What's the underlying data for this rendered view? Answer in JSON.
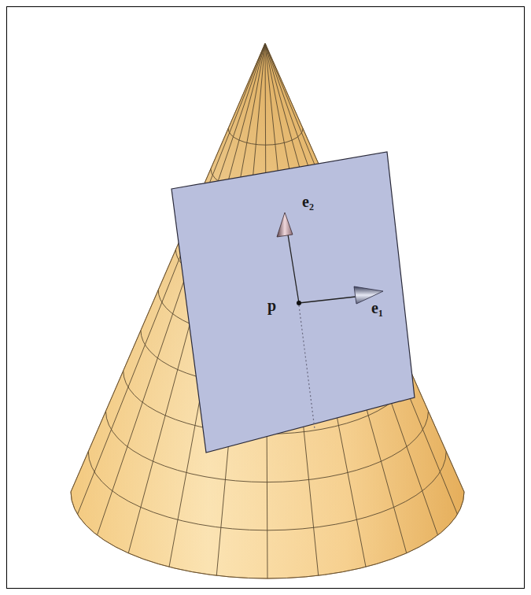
{
  "diagram": {
    "labels": [
      "e₂",
      "p",
      "e₁"
    ]
  }
}
